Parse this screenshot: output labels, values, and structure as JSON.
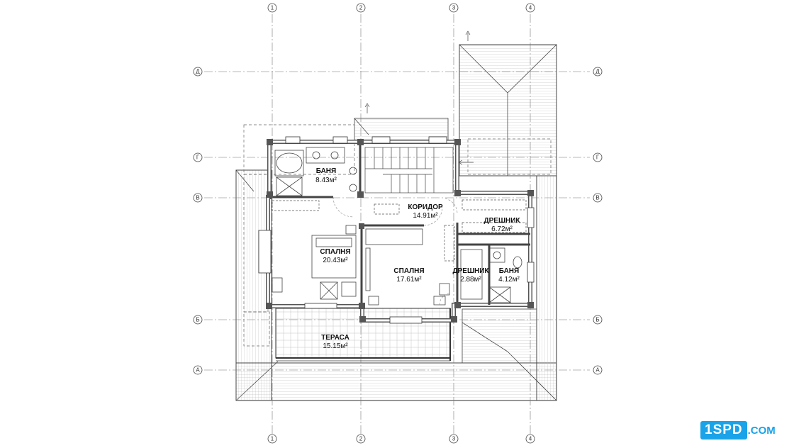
{
  "axes": {
    "columns": [
      "1",
      "2",
      "3",
      "4"
    ],
    "rows": [
      "Д",
      "Г",
      "В",
      "Б",
      "А"
    ]
  },
  "rooms": [
    {
      "id": "bath-1",
      "name": "БАНЯ",
      "area": "8.43м²"
    },
    {
      "id": "corridor",
      "name": "КОРИДОР",
      "area": "14.91м²"
    },
    {
      "id": "closet-1",
      "name": "ДРЕШНИК",
      "area": "6.72м²"
    },
    {
      "id": "bedroom-1",
      "name": "СПАЛНЯ",
      "area": "20.43м²"
    },
    {
      "id": "bedroom-2",
      "name": "СПАЛНЯ",
      "area": "17.61м²"
    },
    {
      "id": "closet-2",
      "name": "ДРЕШНИК",
      "area": "2.88м²"
    },
    {
      "id": "bath-2",
      "name": "БАНЯ",
      "area": "4.12м²"
    },
    {
      "id": "terrace",
      "name": "ТЕРАСА",
      "area": "15.15м²"
    }
  ],
  "logo": {
    "brand": "1SPD",
    "suffix": ".COM"
  },
  "colors": {
    "logo": "#1aa3e8",
    "lines": "#222222",
    "walls": "#555555"
  }
}
